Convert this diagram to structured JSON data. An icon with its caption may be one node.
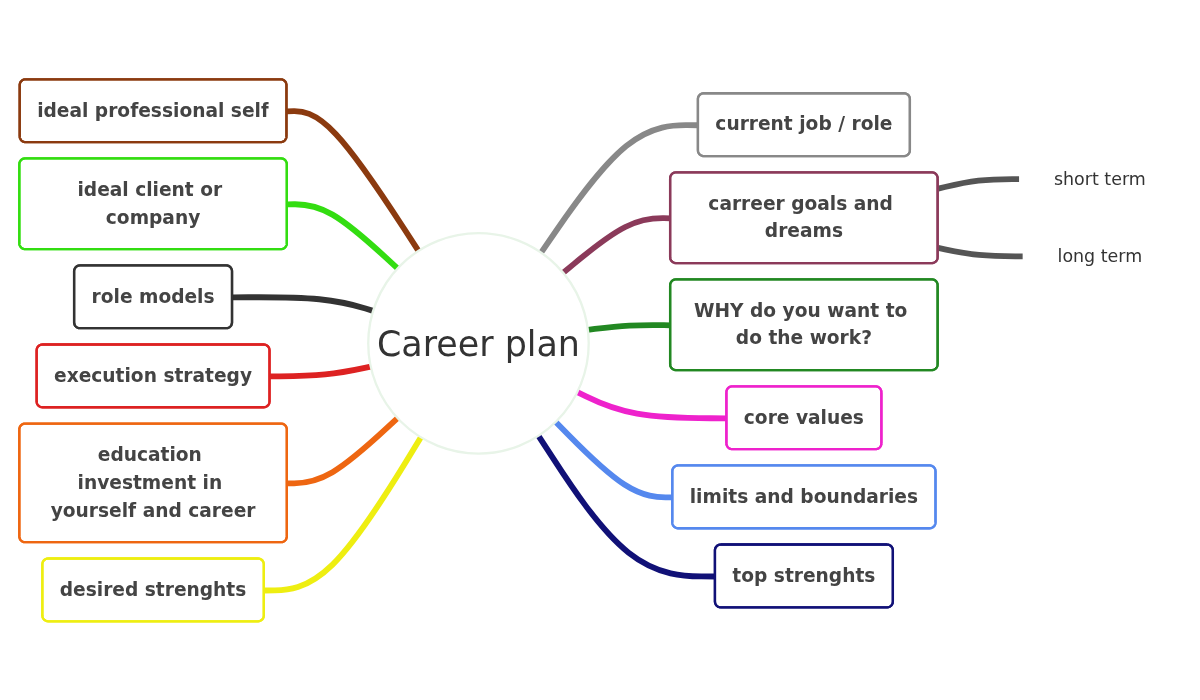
{
  "diagram": {
    "nodes": [
      {
        "text": [
          "Career plan"
        ]
      },
      {
        "text": [
          "ideal professional self"
        ]
      },
      {
        "text": [
          "current job / role"
        ]
      },
      {
        "text": [
          "ideal client or company"
        ]
      },
      {
        "text": [
          "carreer goals and dreams"
        ]
      },
      {
        "text": [
          "short term"
        ]
      },
      {
        "text": [
          "long term"
        ]
      },
      {
        "text": [
          "role models"
        ]
      },
      {
        "text": [
          "WHY do you want to do the work?"
        ]
      },
      {
        "text": [
          "execution strategy"
        ]
      },
      {
        "text": [
          "core values"
        ]
      },
      {
        "text": [
          "education investment in yourself and career"
        ]
      },
      {
        "text": [
          "limits and boundaries"
        ]
      },
      {
        "text": [
          "desired strenghts"
        ]
      },
      {
        "text": [
          "top strenghts"
        ]
      }
    ],
    "edges": [
      {
        "from": 1,
        "to": 0,
        "arrow": "none",
        "color": "#8b3a0f"
      },
      {
        "from": 0,
        "to": 2,
        "arrow": "none",
        "color": "#888888"
      },
      {
        "from": 3,
        "to": 0,
        "arrow": "none",
        "color": "#33dd11"
      },
      {
        "from": 0,
        "to": 4,
        "arrow": "none",
        "color": "#8b3a5a"
      },
      {
        "from": 4,
        "to": 5,
        "arrow": "none",
        "color": "#555555"
      },
      {
        "from": 4,
        "to": 6,
        "arrow": "none",
        "color": "#555555"
      },
      {
        "from": 7,
        "to": 0,
        "arrow": "none",
        "color": "#333333"
      },
      {
        "from": 0,
        "to": 8,
        "arrow": "none",
        "color": "#228822"
      },
      {
        "from": 9,
        "to": 0,
        "arrow": "none",
        "color": "#dd2222"
      },
      {
        "from": 0,
        "to": 10,
        "arrow": "none",
        "color": "#ee22cc"
      },
      {
        "from": 11,
        "to": 0,
        "arrow": "none",
        "color": "#ee6611"
      },
      {
        "from": 0,
        "to": 12,
        "arrow": "none",
        "color": "#5588ee"
      },
      {
        "from": 13,
        "to": 0,
        "arrow": "none",
        "color": "#eeee11"
      },
      {
        "from": 0,
        "to": 14,
        "arrow": "none",
        "color": "#111177"
      }
    ]
  }
}
